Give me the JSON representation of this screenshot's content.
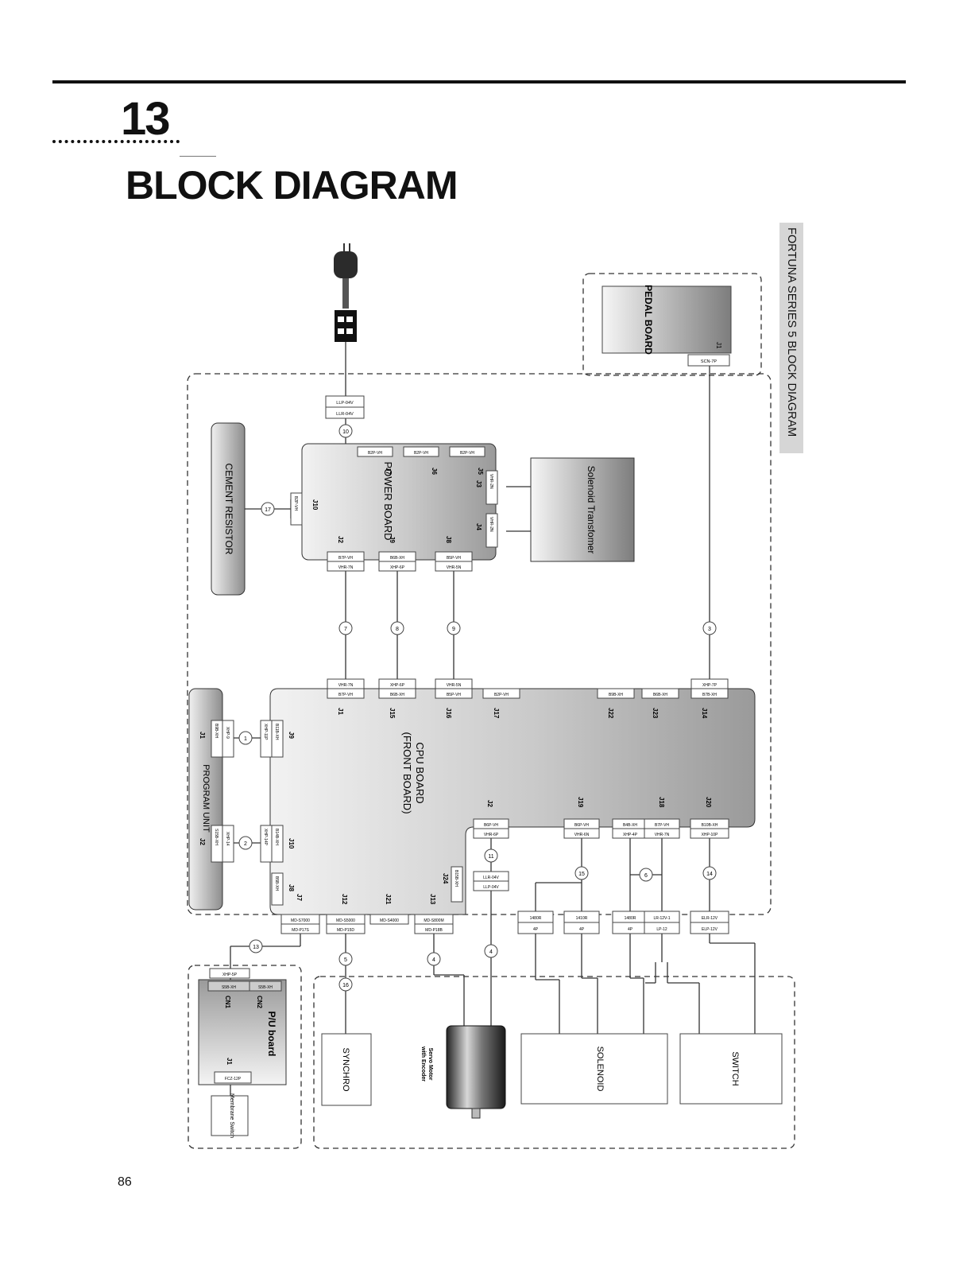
{
  "header": {
    "chapter_number": "13",
    "title": "BLOCK DIAGRAM"
  },
  "side_tab": {
    "label": "FORTUNA SERIES 5 BLOCK DIAGRAM"
  },
  "page_number": "86",
  "diagram": {
    "pedal_board": {
      "label": "PEDAL BOARD",
      "jack": "J1",
      "conn": "SCN-7P"
    },
    "power_inlet": {
      "c1": "LLP-04V",
      "c2": "LLR-04V"
    },
    "power_board": {
      "label": "POWER BOARD",
      "j7": "J7",
      "j6": "J6",
      "j5": "J5",
      "j3": "J3",
      "j4": "J4",
      "j10": "J10",
      "j2": "J2",
      "j9": "J9",
      "j8": "J8",
      "top_c1": "B2P-VH",
      "top_c2": "B2P-VH",
      "top_c3": "B2P-VH",
      "j3_c": "VHR-2N",
      "j4_c": "VHR-2N",
      "j10_c": "B2P-VH",
      "j2_c": "B7P-VH",
      "j9_c": "B6B-XH",
      "j8_c": "B5P-VH",
      "j2_o": "VHR-7N",
      "j9_o": "XHP-6P",
      "j8_o": "VHR-5N"
    },
    "cement_resistor": {
      "label": "CEMENT RESISTOR"
    },
    "solenoid_transformer": {
      "label": "Solenoid Transfomer"
    },
    "program_unit": {
      "label": "PROGRAM UNIT",
      "j1": "J1",
      "j2": "J2",
      "j1_c": "B9B-XH",
      "j1_o": "XHP-9",
      "j2_c": "S15B-XH",
      "j2_o": "XHP-14"
    },
    "cpu_board": {
      "label1": "CPU BOARD",
      "label2": "(FRONT BOARD)",
      "j1": "J1",
      "j15": "J15",
      "j16": "J16",
      "j17": "J17",
      "j22": "J22",
      "j23": "J23",
      "j14": "J14",
      "j1_o": "VHR-7N",
      "j1_c": "B7P-VH",
      "j15_o": "XHP-6P",
      "j15_c": "B6B-XH",
      "j16_o": "VHR-5N",
      "j16_c": "B5P-VH",
      "j17_c": "B2P-VH",
      "j22_c": "B9B-XH",
      "j23_c": "B6B-XH",
      "j14_o": "XHP-7P",
      "j14_c": "B7B-XH",
      "j9": "J9",
      "j9_c": "B11B-XH",
      "j9_o": "XHP-11P",
      "j10": "J10",
      "j10_c": "B14B-XH",
      "j10_o": "XHP-14P",
      "j8": "J8",
      "j8_c": "B5B-XH",
      "j2": "J2",
      "j2_c": "B6P-VH",
      "j2_o": "VHR-6P",
      "j19": "J19",
      "j19_c": "B6P-VH",
      "j19_o": "VHR-6N",
      "j18a_c": "B4B-XH",
      "j18a_o": "XHP-4P",
      "j18": "J18",
      "j18b_c": "B7P-VH",
      "j18b_o": "VHR-7N",
      "j20": "J20",
      "j20_c": "B10B-XH",
      "j20_o": "XHP-10P",
      "j24": "J24",
      "j24_c": "B15B-XH",
      "j7": "J7",
      "j12": "J12",
      "j21": "J21",
      "j13": "J13",
      "j7_c": "MD-S7000",
      "j7_o": "MD-P17S",
      "j12_c": "MD-S5000",
      "j12_o": "MD-P15D",
      "j21_c": "MD-S4000",
      "j13_c": "MD-S800M",
      "j13_o": "MD-P18B",
      "j2_llr": "LLR-04V",
      "j2_llp": "LLP-04V",
      "b1_c": "1480R",
      "b1_o": "4P",
      "b2_c": "1410R",
      "b2_o": "4P",
      "b3_c": "1480R",
      "b3_o": "4P",
      "b4_c": "LR-12V-1",
      "b4_o": "LP-12",
      "b5_c": "ELR-12V",
      "b5_o": "ELP-12V"
    },
    "pu_board": {
      "label": "P/U board",
      "cn1": "CN1",
      "cn2": "CN2",
      "j1": "J1",
      "top_conn": "XHP-5P",
      "cn1_c": "S5B-XH",
      "cn2_c": "S5B-XH",
      "j1_c": "FCZ-12P",
      "membrane": "Membrane Switch"
    },
    "synchro": {
      "label": "SYNCHRO"
    },
    "servo_motor": {
      "label1": "Servo Motor",
      "label2": "with Encoder"
    },
    "solenoid": {
      "label": "SOLENOID"
    },
    "switch_box": {
      "label": "SWITCH"
    },
    "cables": {
      "c1": "1",
      "c2": "2",
      "c3": "3",
      "c4a": "4",
      "c4b": "4",
      "c5": "5",
      "c6": "6",
      "c7": "7",
      "c8": "8",
      "c9": "9",
      "c10": "10",
      "c11": "11",
      "c13": "13",
      "c14": "14",
      "c15": "15",
      "c16": "16",
      "c17": "17"
    }
  }
}
